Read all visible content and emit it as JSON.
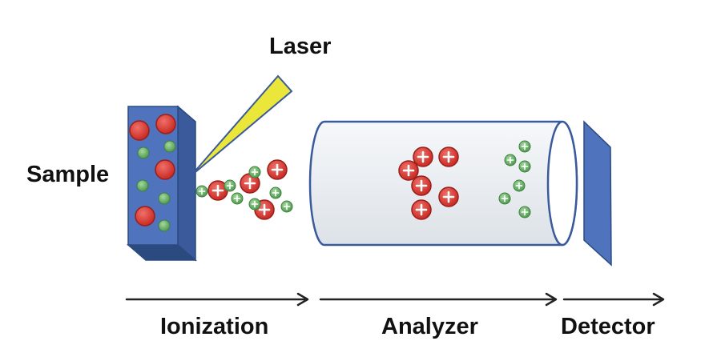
{
  "labels": {
    "laser": "Laser",
    "sample": "Sample",
    "ionization": "Ionization",
    "analyzer": "Analyzer",
    "detector": "Detector"
  },
  "colors": {
    "sample_face": "#4f73bd",
    "sample_side": "#3b5a9c",
    "sample_stroke": "#2b4a80",
    "laser_beam": "#eae63a",
    "laser_stroke": "#3b5a9c",
    "tube_fill": "#eceff2",
    "tube_stroke": "#3b5a9c",
    "detector_fill": "#4f73bd",
    "large_ion": "#d83a32",
    "small_ion": "#72b872",
    "arrow": "#222222"
  }
}
